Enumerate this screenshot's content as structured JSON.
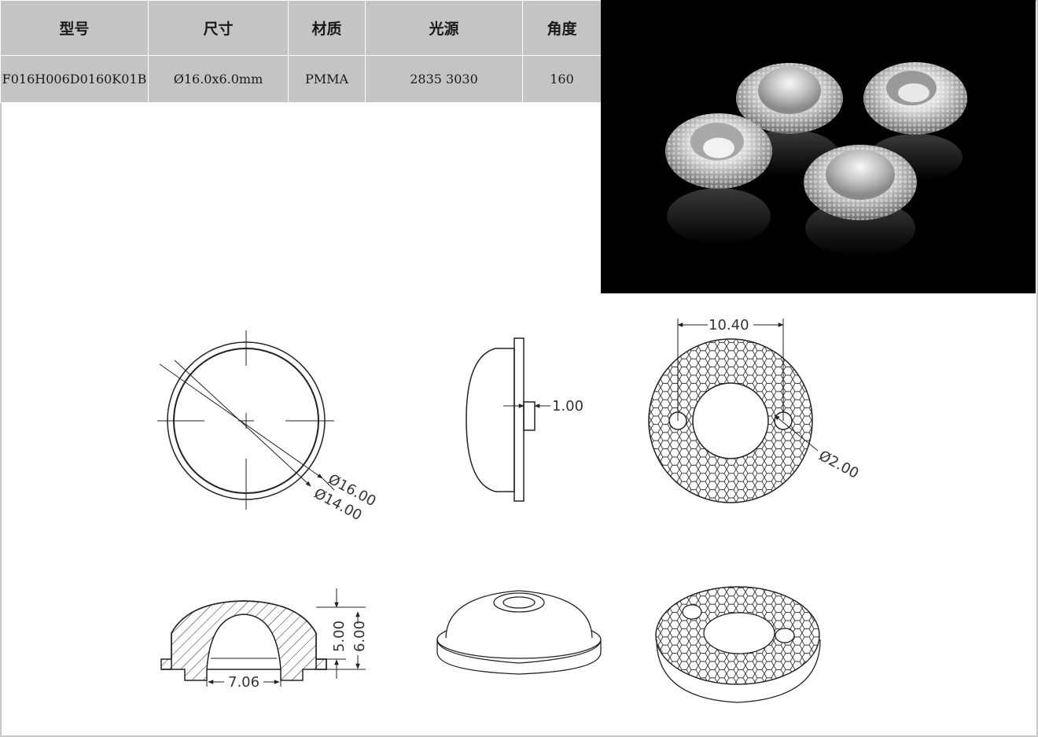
{
  "spec_table": {
    "headers": [
      "型号",
      "尺寸",
      "材质",
      "光源",
      "角度"
    ],
    "row": [
      "F016H006D0160K01B",
      "Ø16.0x6.0mm",
      "PMMA",
      "2835 3030",
      "160"
    ]
  },
  "dimensions": {
    "outer_diameter": "Ø16.00",
    "inner_diameter": "Ø14.00",
    "flange_thickness": "1.00",
    "hole_spacing": "10.40",
    "hole_diameter": "Ø2.00",
    "cavity_width": "7.06",
    "dome_height": "5.00",
    "total_height": "6.00"
  },
  "colors": {
    "header_bg": "#c4c4c4",
    "photo_bg": "#000000",
    "line": "#222222"
  }
}
